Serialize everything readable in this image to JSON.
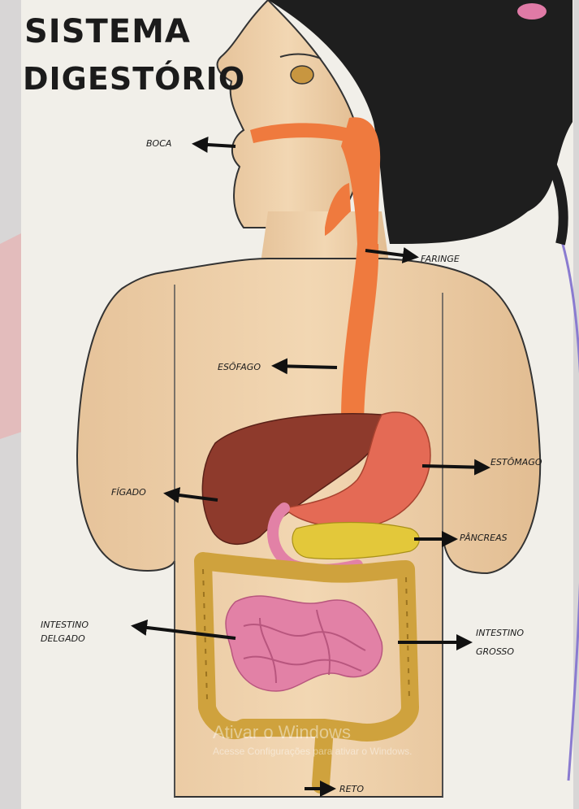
{
  "title": {
    "line1": "SISTEMA",
    "line2": "DIGESTÓRIO"
  },
  "labels": {
    "boca": "BOCA",
    "faringe": "FARINGE",
    "esofago": "ESÔFAGO",
    "figado": "FÍGADO",
    "estomago": "ESTÔMAGO",
    "pancreas": "PÂNCREAS",
    "intestino_delgado_1": "INTESTINO",
    "intestino_delgado_2": "DELGADO",
    "intestino_grosso_1": "INTESTINO",
    "intestino_grosso_2": "GROSSO",
    "reto": "RETO"
  },
  "watermark": {
    "line1": "Ativar o Windows",
    "line2": "Acesse Configurações para ativar o Windows."
  },
  "colors": {
    "paper": "#f1efe9",
    "skin": "#eccfa8",
    "hair": "#1e1e1e",
    "esophagus": "#ef7a3e",
    "liver": "#8e3a2c",
    "stomach": "#e46a55",
    "pancreas": "#e3c83a",
    "small_intestine": "#e281a6",
    "large_intestine": "#cfa23d",
    "arrow": "#111111"
  }
}
